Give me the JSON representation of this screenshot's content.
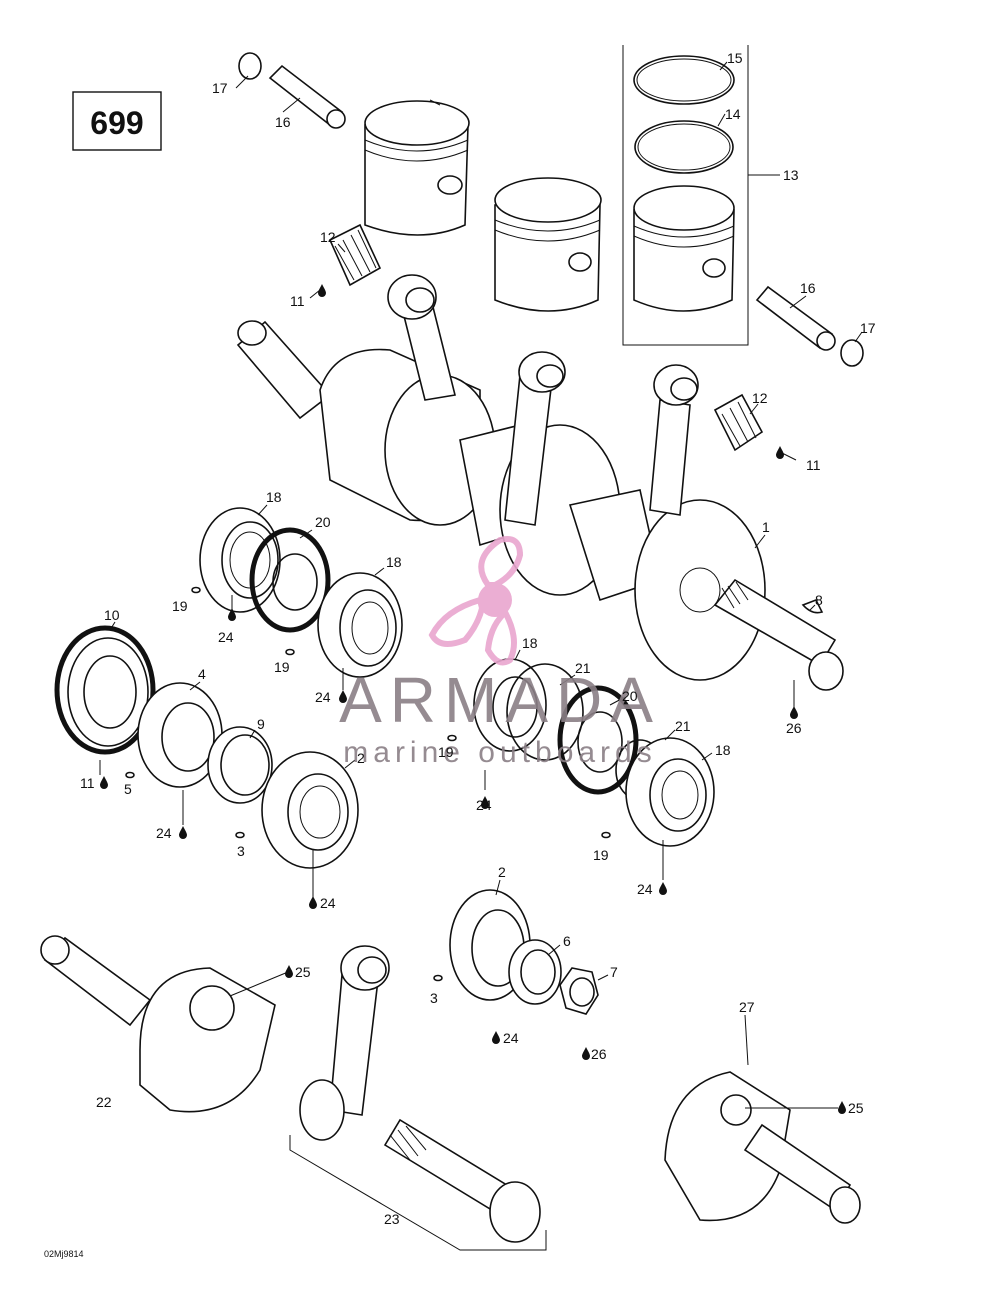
{
  "page_number": "699",
  "figure_code": "02Mj9814",
  "watermark": {
    "brand": "ARMADA",
    "tagline": "marine outboards",
    "brand_color": "#e9a6cf",
    "text_color": "#8a7f86"
  },
  "callouts": {
    "c1": "1",
    "c2a": "2",
    "c2b": "2",
    "c3a": "3",
    "c3b": "3",
    "c4": "4",
    "c5": "5",
    "c6": "6",
    "c7": "7",
    "c8": "8",
    "c9": "9",
    "c10": "10",
    "c11a": "11",
    "c11b": "11",
    "c11c": "11",
    "c12a": "12",
    "c12b": "12",
    "c13": "13",
    "c14": "14",
    "c15": "15",
    "c16a": "16",
    "c16b": "16",
    "c17a": "17",
    "c17b": "17",
    "c18a": "18",
    "c18b": "18",
    "c18c": "18",
    "c18d": "18",
    "c19a": "19",
    "c19b": "19",
    "c19c": "19",
    "c19d": "19",
    "c20a": "20",
    "c20b": "20",
    "c21a": "21",
    "c21b": "21",
    "c22": "22",
    "c23": "23",
    "c24a": "24",
    "c24b": "24",
    "c24c": "24",
    "c24d": "24",
    "c24e": "24",
    "c24f": "24",
    "c24g": "24",
    "c25a": "25",
    "c25b": "25",
    "c26a": "26",
    "c26b": "26",
    "c27": "27"
  },
  "icons": [
    "lubricant-drop-icon",
    "armada-propeller-logo"
  ]
}
